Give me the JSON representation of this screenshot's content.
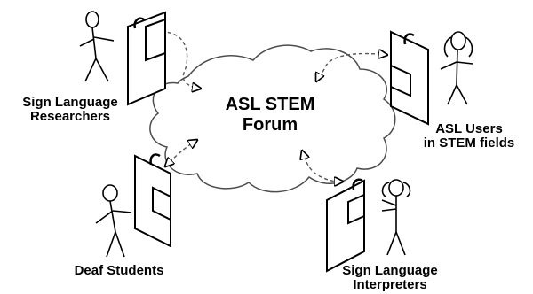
{
  "hub": {
    "line1": "ASL STEM",
    "line2": "Forum"
  },
  "participants": {
    "researchers": {
      "line1": "Sign Language",
      "line2": "Researchers"
    },
    "asl_users": {
      "line1": "ASL Users",
      "line2": "in STEM fields"
    },
    "deaf_students": {
      "line1": "Deaf Students"
    },
    "interpreters": {
      "line1": "Sign Language",
      "line2": "Interpreters"
    }
  }
}
